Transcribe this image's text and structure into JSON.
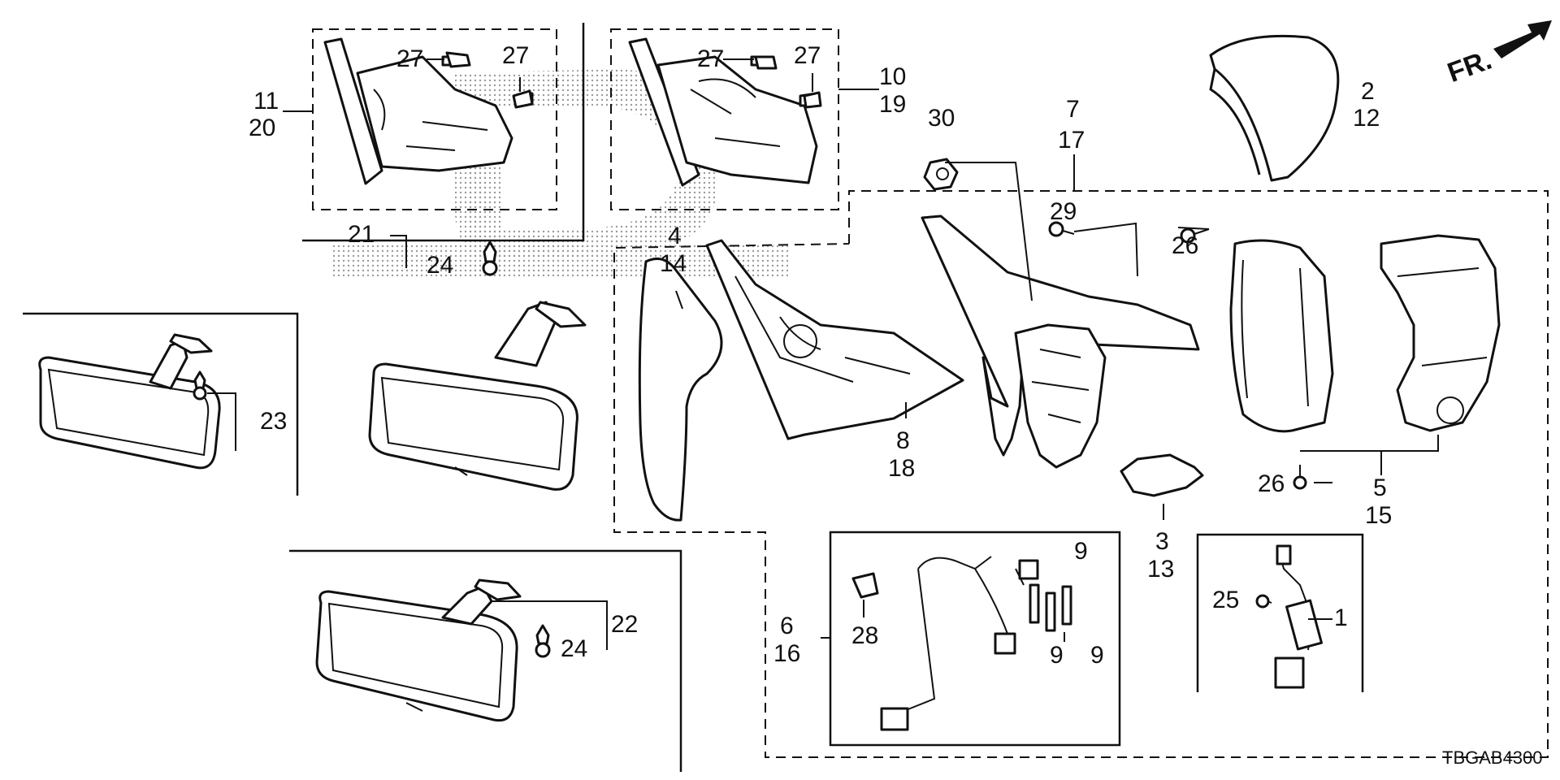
{
  "diagram": {
    "code": "TBGAB4300",
    "direction_label": "FR.",
    "labels": {
      "l1": "1",
      "l2": "2",
      "l12": "12",
      "l3": "3",
      "l13": "13",
      "l4": "4",
      "l14": "14",
      "l5": "5",
      "l15": "15",
      "l6": "6",
      "l16": "16",
      "l7": "7",
      "l17": "17",
      "l8": "8",
      "l18": "18",
      "l9a": "9",
      "l9b": "9",
      "l9c": "9",
      "l10": "10",
      "l19": "19",
      "l11": "11",
      "l20": "20",
      "l21": "21",
      "l22": "22",
      "l23": "23",
      "l24a": "24",
      "l24b": "24",
      "l25": "25",
      "l26a": "26",
      "l26b": "26",
      "l27a": "27",
      "l27b": "27",
      "l27c": "27",
      "l27d": "27",
      "l28": "28",
      "l29": "29",
      "l30": "30"
    }
  }
}
